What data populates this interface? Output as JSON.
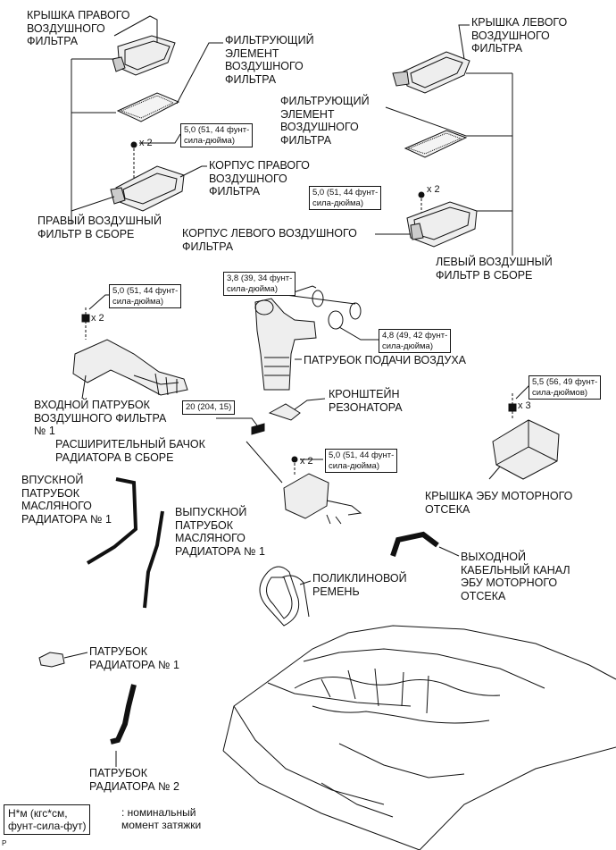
{
  "labels": {
    "right_cover": "КРЫШКА ПРАВОГО\nВОЗДУШНОГО\nФИЛЬТРА",
    "right_element": "ФИЛЬТРУЮЩИЙ\nЭЛЕМЕНТ\nВОЗДУШНОГО\nФИЛЬТРА",
    "right_case": "КОРПУС ПРАВОГО\nВОЗДУШНОГО\nФИЛЬТРА",
    "right_assy": "ПРАВЫЙ ВОЗДУШНЫЙ\nФИЛЬТР В СБОРЕ",
    "left_cover": "КРЫШКА ЛЕВОГО\nВОЗДУШНОГО\nФИЛЬТРА",
    "left_element": "ФИЛЬТРУЮЩИЙ\nЭЛЕМЕНТ\nВОЗДУШНОГО\nФИЛЬТРА",
    "left_case": "КОРПУС ЛЕВОГО ВОЗДУШНОГО\nФИЛЬТРА",
    "left_assy": "ЛЕВЫЙ ВОЗДУШНЫЙ\nФИЛЬТР В СБОРЕ",
    "inlet_pipe": "ВХОДНОЙ ПАТРУБОК\nВОЗДУШНОГО ФИЛЬТРА\n№ 1",
    "air_pipe": "ПАТРУБОК ПОДАЧИ ВОЗДУХА",
    "resonator_bracket": "КРОНШТЕЙН\nРЕЗОНАТОРА",
    "reservoir": "РАСШИРИТЕЛЬНЫЙ БАЧОК\nРАДИАТОРА В СБОРЕ",
    "ecu_cover": "КРЫШКА ЭБУ МОТОРНОГО\nОТСЕКА",
    "oil_inlet_hose": "ВПУСКНОЙ\nПАТРУБОК\nМАСЛЯНОГО\nРАДИАТОРА № 1",
    "oil_outlet_hose": "ВЫПУСКНОЙ\nПАТРУБОК\nМАСЛЯНОГО\nРАДИАТОРА № 1",
    "ecu_duct": "ВЫХОДНОЙ\nКАБЕЛЬНЫЙ КАНАЛ\nЭБУ МОТОРНОГО\nОТСЕКА",
    "v_belt": "ПОЛИКЛИНОВОЙ\nРЕМЕНЬ",
    "rad_hose1": "ПАТРУБОК\nРАДИАТОРА № 1",
    "rad_hose2": "ПАТРУБОК\nРАДИАТОРА № 2"
  },
  "torques": {
    "right_case": "5,0 (51, 44 фунт-\nсила-дюйма)",
    "left_case": "5,0 (51, 44 фунт-\nсила-дюйма)",
    "inlet_pipe": "5,0 (51, 44 фунт-\nсила-дюйма)",
    "clamp_top": "3,8 (39, 34 фунт-\nсила-дюйма)",
    "clamp_bottom": "4,8 (49, 42 фунт-\nсила-дюйма)",
    "resonator": "20 (204, 15)",
    "reservoir": "5,0 (51, 44 фунт-\nсила-дюйма)",
    "ecu_cover": "5,5 (56, 49 фунт-\nсила-дюймов)"
  },
  "quantities": {
    "right_case": "x 2",
    "left_case": "x 2",
    "inlet_pipe": "x 2",
    "reservoir": "x 2",
    "ecu_cover": "x 3"
  },
  "legend": {
    "box": "Н*м (кгс*см,\nфунт-сила-фут)",
    "text": ": номинальный\nмомент затяжки"
  },
  "footer_mark": "P"
}
